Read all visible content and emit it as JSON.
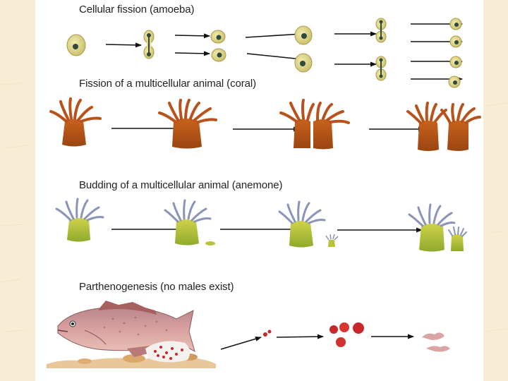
{
  "sections": [
    {
      "title": "Cellular fission (amoeba)"
    },
    {
      "title": "Fission of a multicellular animal (coral)"
    },
    {
      "title": "Budding of a multicellular animal (anemone)"
    },
    {
      "title": "Parthenogenesis (no males exist)"
    }
  ],
  "colors": {
    "slide_background": "#f7ecd4",
    "panel": "#ffffff",
    "cell": "#e3d98e",
    "nucleus": "#2f4a3a",
    "coral": "#b8521a",
    "anemone_body": "#b9c23a",
    "anemone_tentacle": "#8a93b8",
    "fish": "#c98b8b",
    "egg": "#c8272b",
    "arrow": "#111111"
  }
}
